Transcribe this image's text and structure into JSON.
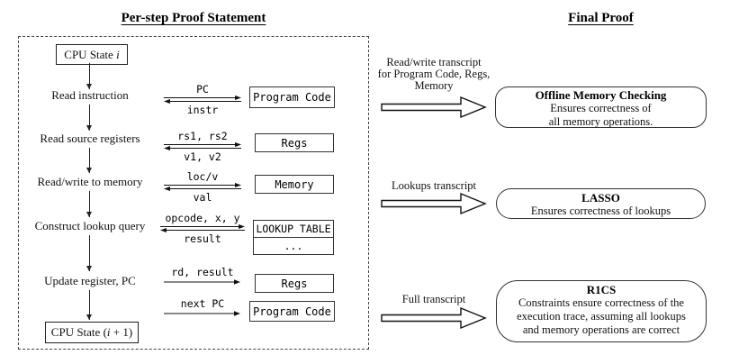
{
  "left_panel": {
    "title": "Per-step Proof Statement",
    "start_box": {
      "prefix": "CPU State ",
      "var": "i",
      "suffix": ""
    },
    "end_box": {
      "prefix": "CPU State (",
      "var": "i",
      "suffix": " + 1)"
    },
    "steps": [
      {
        "label": "Read instruction",
        "send": "PC",
        "receive": "instr"
      },
      {
        "label": "Read source registers",
        "send": "rs1, rs2",
        "receive": "v1, v2"
      },
      {
        "label": "Read/write to memory",
        "send": "loc/v",
        "receive": "val"
      },
      {
        "label": "Construct lookup query",
        "send": "opcode, x, y",
        "receive": "result"
      },
      {
        "label": "Update register, PC",
        "send": "rd, result"
      },
      {
        "label": "",
        "send": "next PC"
      }
    ],
    "memory_boxes": [
      {
        "label": "Program Code"
      },
      {
        "label": "Regs"
      },
      {
        "label": "Memory"
      },
      {
        "label": "LOOKUP TABLE",
        "sub": "..."
      },
      {
        "label": "Regs"
      },
      {
        "label": "Program Code"
      }
    ]
  },
  "right_panel": {
    "title": "Final Proof",
    "flows": [
      {
        "transcript_lines": [
          "Read/write transcript",
          "for Program Code, Regs,",
          "Memory"
        ],
        "proof_title": "Offline Memory Checking",
        "proof_lines": [
          "Ensures correctness of",
          "all memory operations."
        ]
      },
      {
        "transcript_lines": [
          "Lookups transcript"
        ],
        "proof_title": "LASSO",
        "proof_lines": [
          "Ensures correctness of lookups"
        ]
      },
      {
        "transcript_lines": [
          "Full transcript"
        ],
        "proof_title": "R1CS",
        "proof_lines": [
          "Constraints ensure correctness of the",
          "execution trace, assuming all lookups",
          "and memory operations are correct"
        ]
      }
    ]
  },
  "colors": {
    "ink": "#111111",
    "background": "#ffffff"
  }
}
